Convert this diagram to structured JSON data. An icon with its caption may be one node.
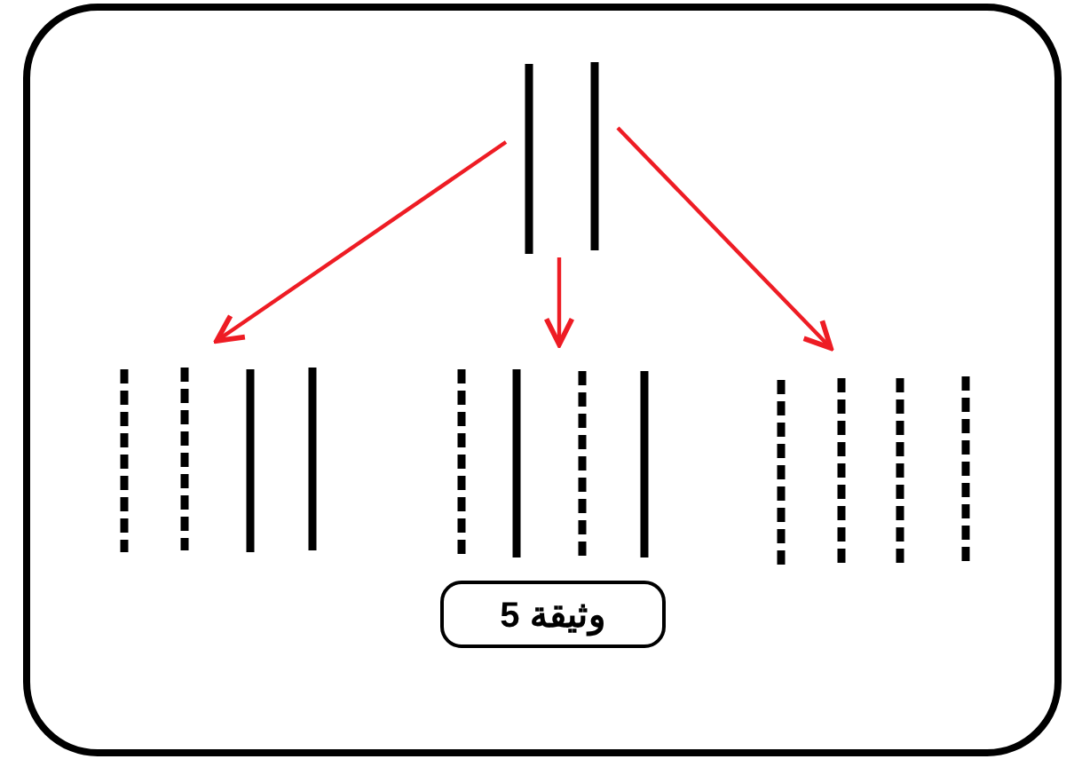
{
  "diagram": {
    "nodes": [
      {
        "text": [],
        "shape": "picture"
      },
      {
        "text": [],
        "shape": "picture"
      },
      {
        "text": [],
        "shape": "picture"
      },
      {
        "text": [],
        "shape": "picture"
      },
      {
        "text": [
          "وثيقة 5"
        ]
      }
    ],
    "edges": [
      {
        "from": 0,
        "to": 1,
        "arrow": "to"
      },
      {
        "from": 0,
        "to": 2,
        "arrow": "to"
      },
      {
        "from": 0,
        "to": 3,
        "arrow": "to"
      }
    ]
  }
}
